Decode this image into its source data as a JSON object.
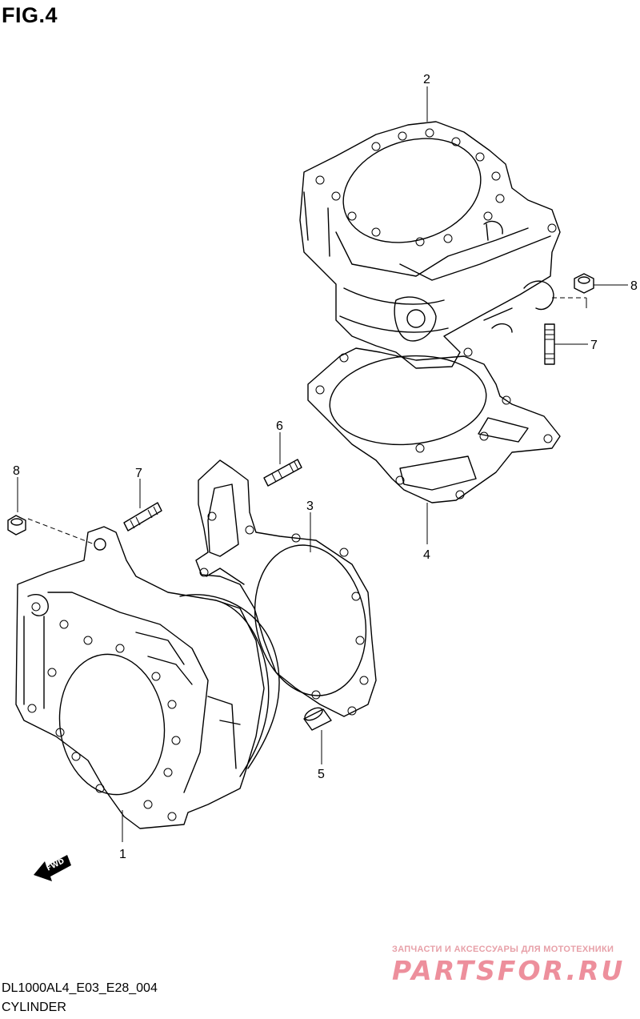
{
  "figure": {
    "title": "FIG.4"
  },
  "callouts": [
    "1",
    "2",
    "3",
    "4",
    "5",
    "6",
    "7",
    "7",
    "8",
    "8"
  ],
  "fwd_arrow": {
    "label": "FWD"
  },
  "footer": {
    "code": "DL1000AL4_E03_E28_004",
    "name": "CYLINDER"
  },
  "watermark": {
    "tagline": "ЗАПЧАСТИ И АКСЕССУАРЫ ДЛЯ МОТОТЕХНИКИ",
    "logo": "PARTSFOR.RU",
    "color": "#ed8f9c"
  }
}
